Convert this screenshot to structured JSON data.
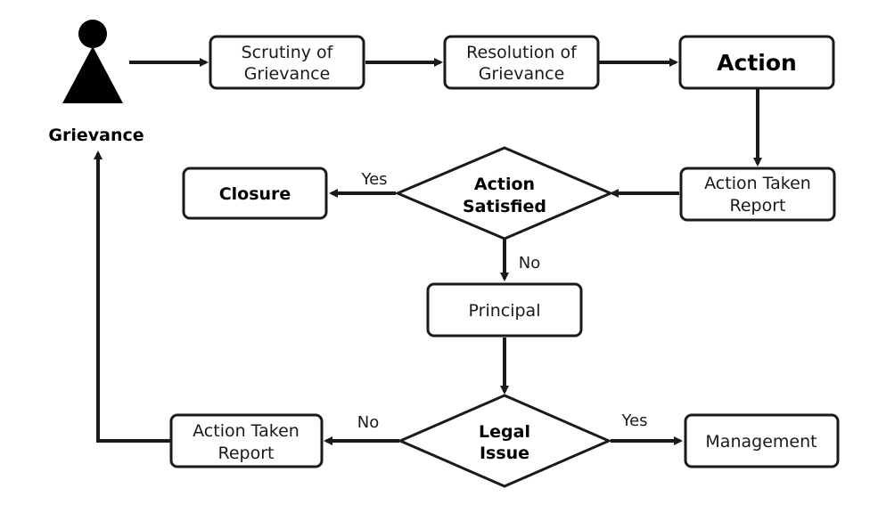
{
  "actor": {
    "label": "Grievance",
    "icon": "person-icon"
  },
  "nodes": {
    "scrutiny": {
      "line1": "Scrutiny of",
      "line2": "Grievance"
    },
    "resolution": {
      "line1": "Resolution of",
      "line2": "Grievance"
    },
    "action": {
      "label": "Action"
    },
    "atr_top": {
      "line1": "Action Taken",
      "line2": "Report"
    },
    "action_satisfied": {
      "line1": "Action",
      "line2": "Satisfied"
    },
    "closure": {
      "label": "Closure"
    },
    "principal": {
      "label": "Principal"
    },
    "legal_issue": {
      "line1": "Legal",
      "line2": "Issue"
    },
    "atr_bottom": {
      "line1": "Action Taken",
      "line2": "Report"
    },
    "management": {
      "label": "Management"
    }
  },
  "edge_labels": {
    "satisfied_yes": "Yes",
    "satisfied_no": "No",
    "legal_no": "No",
    "legal_yes": "Yes"
  },
  "colors": {
    "stroke": "#1a1a1a",
    "fill": "#ffffff"
  }
}
